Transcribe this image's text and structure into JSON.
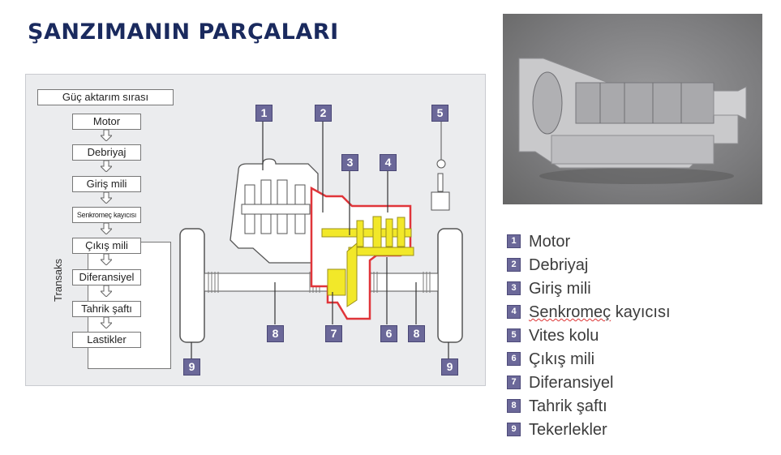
{
  "title": "ŞANZIMANIN PARÇALARI",
  "flow": {
    "header": "Güç aktarım sırası",
    "group_label": "Transaks",
    "steps": [
      "Motor",
      "Debriyaj",
      "Giriş mili",
      "Senkromeç kayıcısı",
      "Çıkış mili",
      "Diferansiyel",
      "Tahrik şaftı",
      "Lastikler"
    ]
  },
  "diagram_callouts": [
    "1",
    "2",
    "3",
    "4",
    "5",
    "6",
    "7",
    "8",
    "8",
    "9",
    "9"
  ],
  "legend": [
    {
      "num": "1",
      "label": "Motor"
    },
    {
      "num": "2",
      "label": "Debriyaj"
    },
    {
      "num": "3",
      "label": "Giriş mili"
    },
    {
      "num": "4",
      "label": "Senkromeç",
      "label_rest": " kayıcısı"
    },
    {
      "num": "5",
      "label": "Vites kolu"
    },
    {
      "num": "6",
      "label": "Çıkış mili"
    },
    {
      "num": "7",
      "label": "Diferansiyel"
    },
    {
      "num": "8",
      "label": "Tahrik şaftı"
    },
    {
      "num": "9",
      "label": "Tekerlekler"
    }
  ],
  "colors": {
    "title": "#1a2a5e",
    "badge": "#6b6899",
    "highlight": "#f2e829",
    "housing": "#e0353a"
  }
}
